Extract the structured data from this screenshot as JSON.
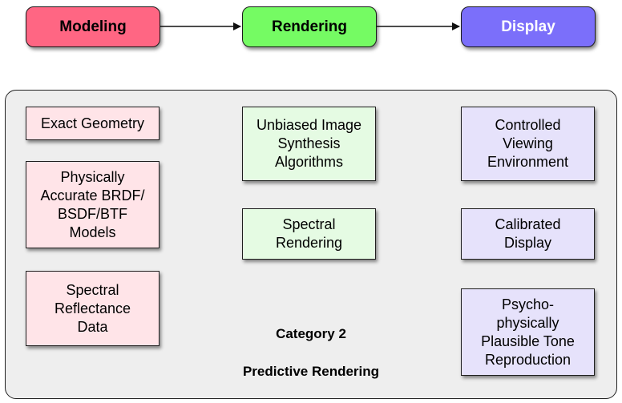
{
  "pipeline": {
    "stages": [
      "Modeling",
      "Rendering",
      "Display"
    ]
  },
  "modeling_items": [
    "Exact Geometry",
    "Physically\nAccurate BRDF/\nBSDF/BTF\nModels",
    "Spectral\nReflectance\nData"
  ],
  "rendering_items": [
    "Unbiased Image\nSynthesis\nAlgorithms",
    "Spectral\nRendering"
  ],
  "display_items": [
    "Controlled\nViewing\nEnvironment",
    "Calibrated\nDisplay",
    "Psycho-\nphysically\nPlausible Tone\nReproduction"
  ],
  "caption": {
    "category": "Category 2",
    "title": "Predictive Rendering"
  },
  "colors": {
    "modeling": "#ff6683",
    "rendering": "#75fb63",
    "display": "#7b6ffa",
    "modeling_light": "#ffe4e8",
    "rendering_light": "#e5fbe3",
    "display_light": "#e6e2fb"
  }
}
